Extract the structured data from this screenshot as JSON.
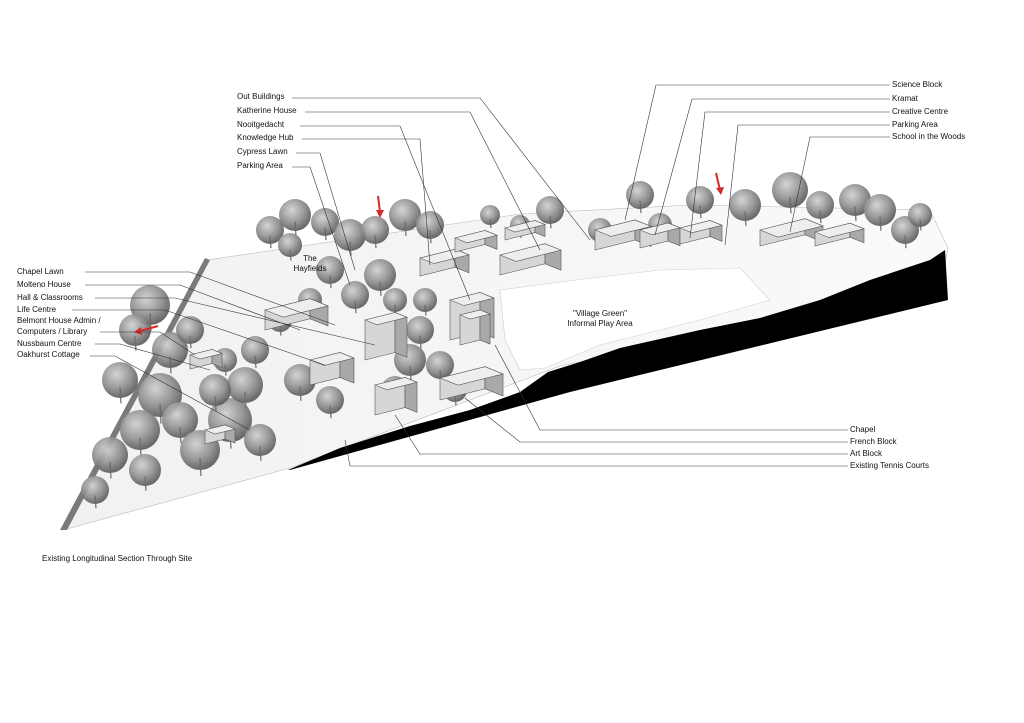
{
  "labels_left_top": [
    "Out Buildings",
    "Katherine House",
    "Nooitgedacht",
    "Knowledge Hub",
    "Cypress Lawn",
    "Parking Area"
  ],
  "labels_left": [
    "Chapel Lawn",
    "Molteno House",
    "Hall & Classrooms",
    "Life Centre",
    "Belmont House Admin /",
    "Computers / Library",
    "Nussbaum Centre",
    "Oakhurst Cottage"
  ],
  "labels_right_top": [
    "Science Block",
    "Kramat",
    "Creative Centre",
    "Parking Area",
    "School in the Woods"
  ],
  "labels_right_bottom": [
    "Chapel",
    "French Block",
    "Art Block",
    "Existing Tennis Courts"
  ],
  "area_labels": {
    "hayfields_1": "The",
    "hayfields_2": "Hayfields",
    "village_green_1": "\"Village Green\"",
    "village_green_2": "Informal Play Area"
  },
  "caption": "Existing Longitudinal Section Through Site",
  "colors": {
    "section": "#000000",
    "trees": "#8a8a8a",
    "buildings": "#b5b5b5",
    "arrow": "#d42a2a"
  }
}
